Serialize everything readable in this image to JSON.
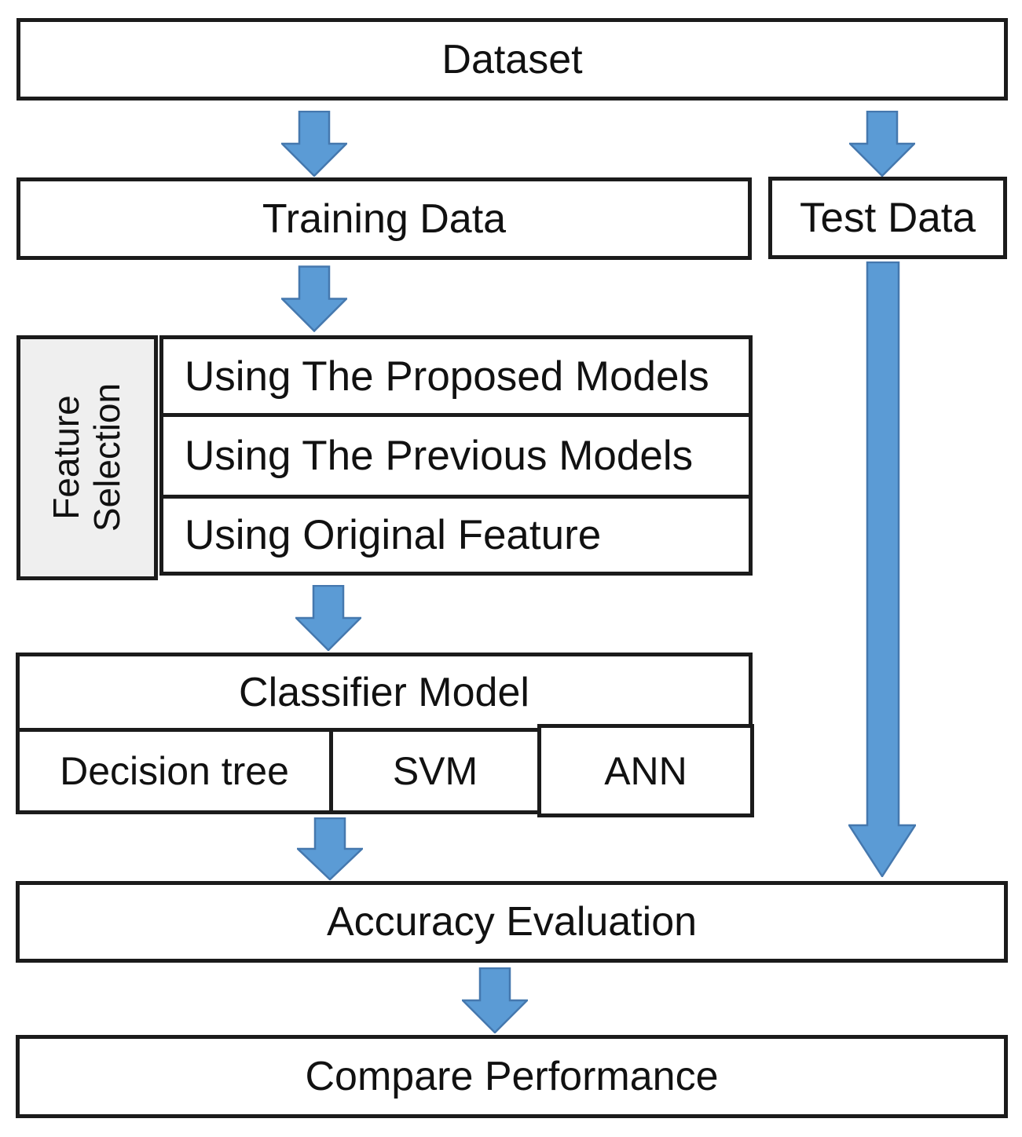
{
  "nodes": {
    "dataset": {
      "label": "Dataset"
    },
    "training_data": {
      "label": "Training Data"
    },
    "test_data": {
      "label": "Test Data"
    },
    "feature_selection": {
      "label": "Feature Selection",
      "methods": [
        {
          "label": "Using The Proposed Models"
        },
        {
          "label": "Using The Previous Models"
        },
        {
          "label": "Using Original Feature"
        }
      ]
    },
    "classifier_model": {
      "label": "Classifier Model",
      "classifiers": [
        {
          "label": "Decision tree"
        },
        {
          "label": "SVM"
        },
        {
          "label": "ANN"
        }
      ]
    },
    "accuracy_evaluation": {
      "label": "Accuracy Evaluation"
    },
    "compare_performance": {
      "label": "Compare Performance"
    }
  },
  "edges": [
    {
      "from": "dataset",
      "to": "training_data"
    },
    {
      "from": "dataset",
      "to": "test_data"
    },
    {
      "from": "training_data",
      "to": "feature_selection"
    },
    {
      "from": "feature_selection",
      "to": "classifier_model"
    },
    {
      "from": "classifier_model",
      "to": "accuracy_evaluation"
    },
    {
      "from": "test_data",
      "to": "accuracy_evaluation"
    },
    {
      "from": "accuracy_evaluation",
      "to": "compare_performance"
    }
  ],
  "colors": {
    "background": "#FFFFFF",
    "line": "#1B1B1B",
    "arrow_fill": "#5B9BD5",
    "arrow_stroke": "#4578AE",
    "feature_label_bg": "#EFEFEF"
  }
}
